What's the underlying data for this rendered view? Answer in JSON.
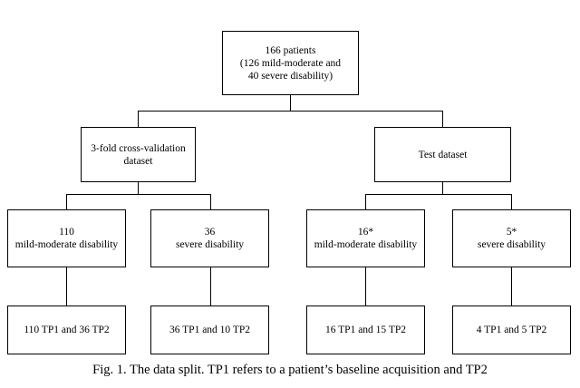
{
  "figure": {
    "top_partial_text": "",
    "caption": "Fig. 1. The data split. TP1 refers to a patient’s baseline acquisition and TP2"
  },
  "nodes": {
    "root": {
      "lines": [
        "166 patients",
        "(126 mild-moderate and",
        "40 severe disability)"
      ]
    },
    "level2": [
      {
        "lines": [
          "3-fold cross-validation",
          "dataset"
        ]
      },
      {
        "lines": [
          "Test dataset"
        ]
      }
    ],
    "level3": [
      {
        "lines": [
          "110",
          "mild-moderate disability"
        ]
      },
      {
        "lines": [
          "36",
          "severe disability"
        ]
      },
      {
        "lines": [
          "16*",
          "mild-moderate disability"
        ]
      },
      {
        "lines": [
          "5*",
          "severe disability"
        ]
      }
    ],
    "level4": [
      {
        "lines": [
          "110 TP1 and 36 TP2"
        ]
      },
      {
        "lines": [
          "36 TP1 and 10 TP2"
        ]
      },
      {
        "lines": [
          "16 TP1 and 15 TP2"
        ]
      },
      {
        "lines": [
          "4 TP1 and 5 TP2"
        ]
      }
    ]
  }
}
